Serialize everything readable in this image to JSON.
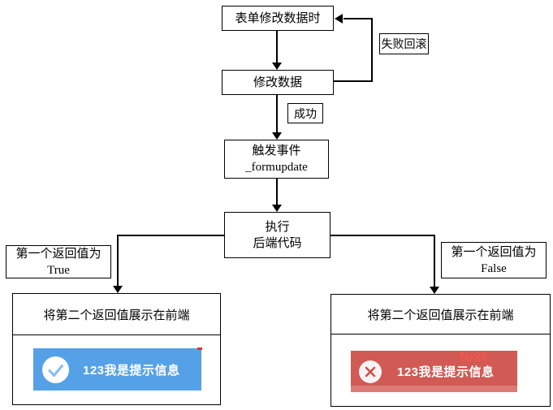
{
  "diagram": {
    "nodes": {
      "form_modify": "表单修改数据时",
      "modify_data": "修改数据",
      "trigger": {
        "line1": "触发事件",
        "line2": "_formupdate"
      },
      "execute": {
        "line1": "执行",
        "line2": "后端代码"
      }
    },
    "edge_labels": {
      "fail_rollback": "失败回滚",
      "success": "成功"
    },
    "branches": {
      "true_branch": {
        "line1": "第一个返回值为",
        "line2": "True"
      },
      "false_branch": {
        "line1": "第一个返回值为",
        "line2": "False"
      }
    },
    "panels": {
      "true_panel": {
        "title": "将第二个返回值展示在前端",
        "toast": {
          "message": "123我是提示信息",
          "icon": "check-circle"
        }
      },
      "false_panel": {
        "title": "将第二个返回值展示在前端",
        "toast": {
          "message": "123我是提示信息",
          "icon": "cross-circle"
        },
        "watermark": "test"
      }
    },
    "colors": {
      "toast_success": "#55a1e8",
      "toast_error": "#d15a54",
      "toast_error_bottom": "#dc7b76",
      "check_stroke": "#84bef2",
      "cross_stroke": "#ce4f49",
      "watermark_red": "#f4564b",
      "line_black": "#000000"
    }
  }
}
